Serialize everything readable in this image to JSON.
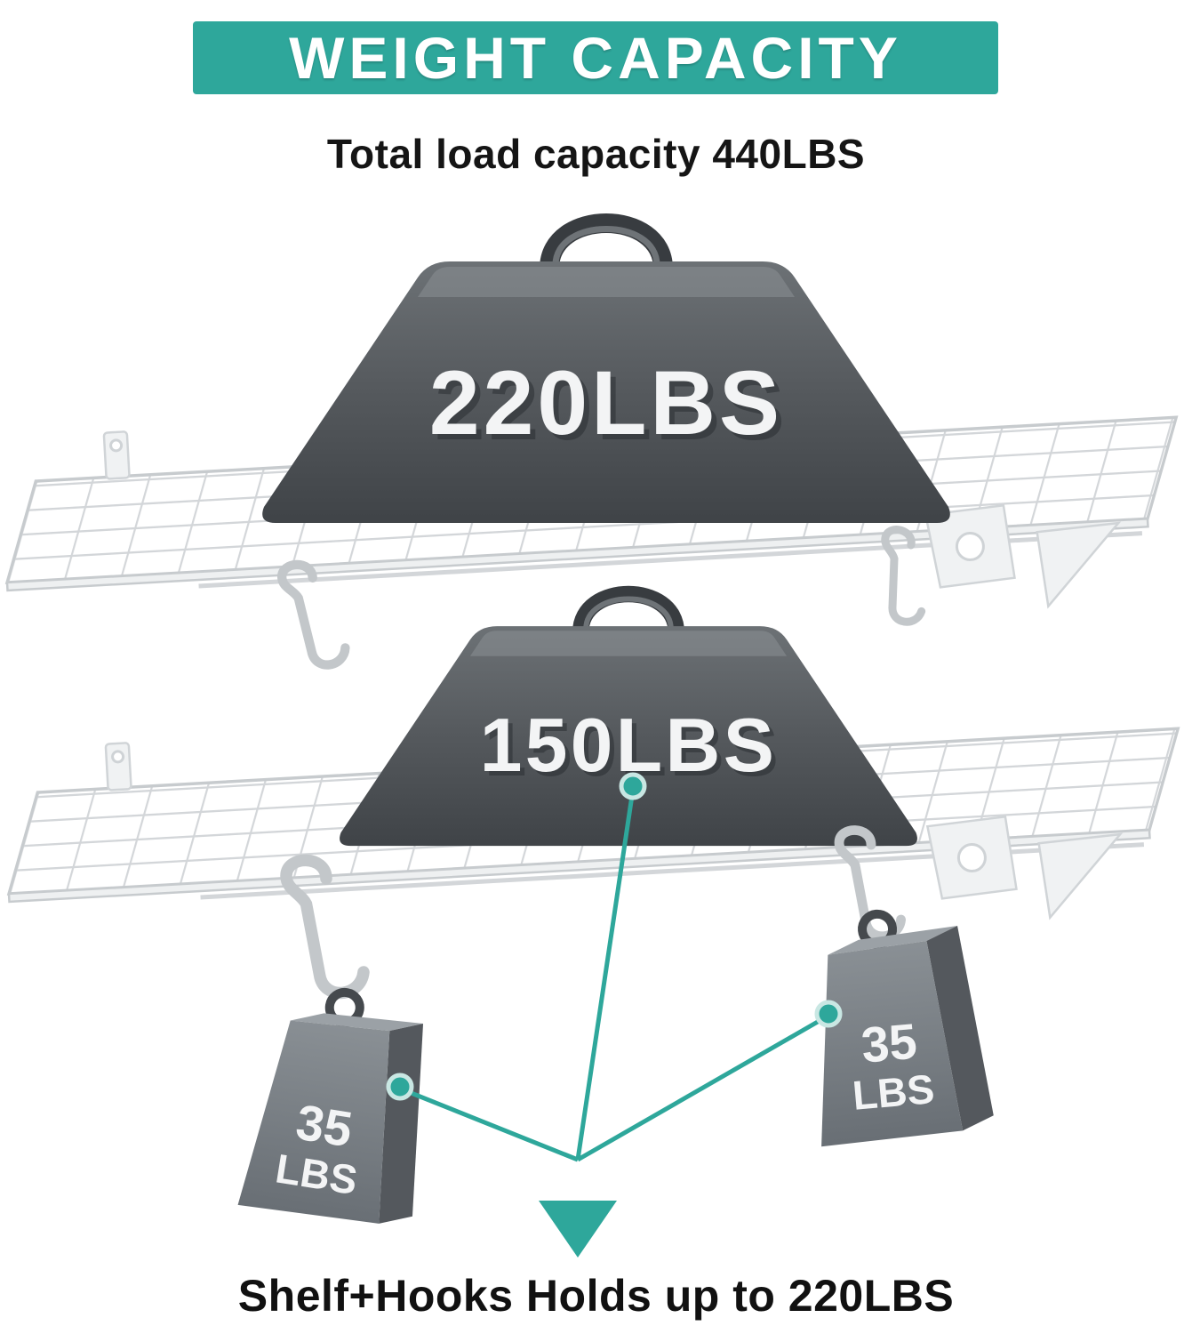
{
  "colors": {
    "accent": "#2ea79b",
    "weight_dark": "#44484c",
    "wire_gray": "#d3d6d9"
  },
  "banner": {
    "title": "WEIGHT CAPACITY"
  },
  "subtitle": "Total load capacity 440LBS",
  "weights": {
    "top": "220LBS",
    "bottom": "150LBS"
  },
  "hook_weights": [
    {
      "line1": "35",
      "line2": "LBS"
    },
    {
      "line1": "35",
      "line2": "LBS"
    }
  ],
  "footer": "Shelf+Hooks Holds up to 220LBS"
}
